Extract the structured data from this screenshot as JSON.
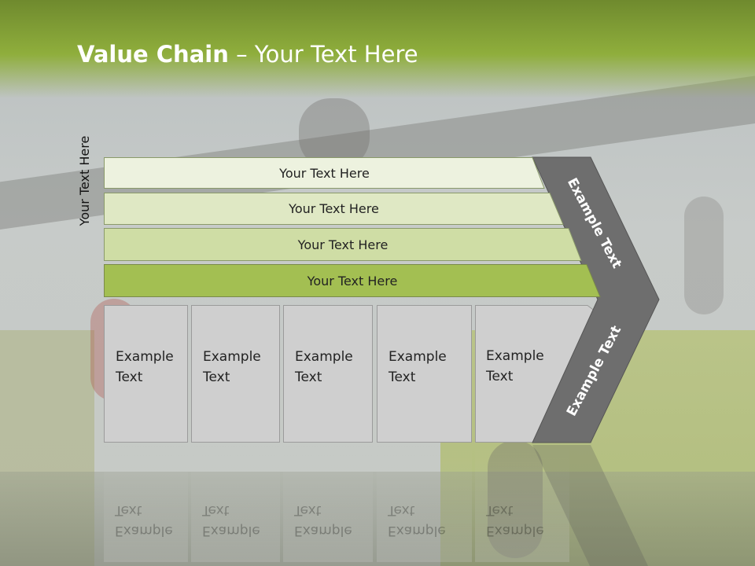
{
  "title": {
    "strong": "Value Chain",
    "rest": " – Your Text Here"
  },
  "side_label": "Your Text Here",
  "rows": [
    {
      "label": "Your Text Here",
      "color": "#edf2df"
    },
    {
      "label": "Your Text Here",
      "color": "#dfe8c4"
    },
    {
      "label": "Your Text Here",
      "color": "#cfdda5"
    },
    {
      "label": "Your Text Here",
      "color": "#a3bf52"
    }
  ],
  "boxes": [
    {
      "line1": "Example",
      "line2": "Text"
    },
    {
      "line1": "Example",
      "line2": "Text"
    },
    {
      "line1": "Example",
      "line2": "Text"
    },
    {
      "line1": "Example",
      "line2": "Text"
    },
    {
      "line1": "Example",
      "line2": "Text"
    }
  ],
  "chevron": {
    "top_label": "Example Text",
    "bottom_label": "Example Text",
    "color": "#6e6e6e"
  }
}
